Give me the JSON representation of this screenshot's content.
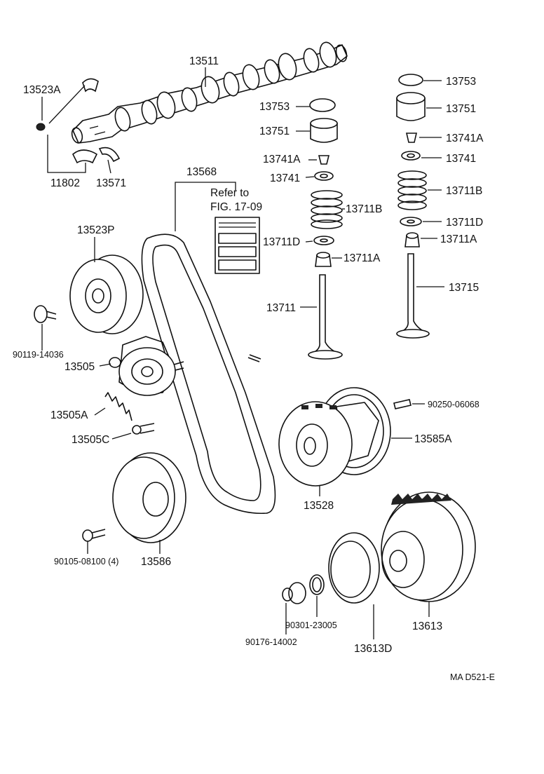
{
  "labels": {
    "camshaft": "13511",
    "cam_bearing_upper": "13523A",
    "bearing_set": "11802",
    "thrust_washer": "13571",
    "timing_belt": "13568",
    "refer_line1": "Refer to",
    "refer_line2": "FIG. 17-09",
    "cam_pulley": "13523P",
    "pulley_bolt": "90119-14036",
    "belt_idler": "13505",
    "idler_spring": "13505A",
    "idler_stud": "13505C",
    "idler_pulley_2": "13586",
    "idler_bolt": "90105-08100 (4)",
    "shim_left": "13753",
    "lifter_left": "13751",
    "keeper_left": "13741A",
    "retainer_left": "13741",
    "spring_left": "13711B",
    "seat_left": "13711D",
    "seal_left": "13711A",
    "valve_left": "13711",
    "shim_right": "13753",
    "lifter_right": "13751",
    "keeper_right": "13741A",
    "retainer_right": "13741",
    "spring_right": "13711B",
    "seat_right": "13711D",
    "seal_right": "13711A",
    "valve_right": "13715",
    "pin": "90250-06068",
    "belt_guide": "13585A",
    "crank_pulley": "13528",
    "crank_bolt": "90176-14002",
    "crank_washer": "90301-23005",
    "damper_seal": "13613D",
    "damper": "13613",
    "figure_code": "MA D521-E"
  }
}
